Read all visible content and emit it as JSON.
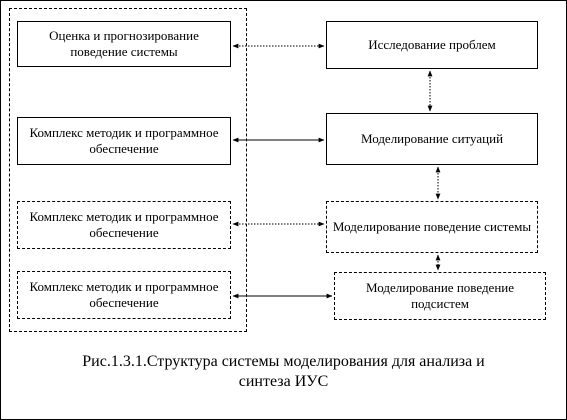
{
  "left_boxes": [
    "Оценка и прогнозирование поведение системы",
    "Комплекс методик и программное обеспечение",
    "Комплекс методик и программное обеспечение",
    "Комплекс методик и программное обеспечение"
  ],
  "right_boxes": [
    "Исследование проблем",
    "Моделирование ситуаций",
    "Моделирование поведение системы",
    "Моделирование поведение подсистем"
  ],
  "caption": {
    "line1": "Рис.1.3.1.Структура системы моделирования для анализа и",
    "line2": "синтеза ИУС"
  }
}
